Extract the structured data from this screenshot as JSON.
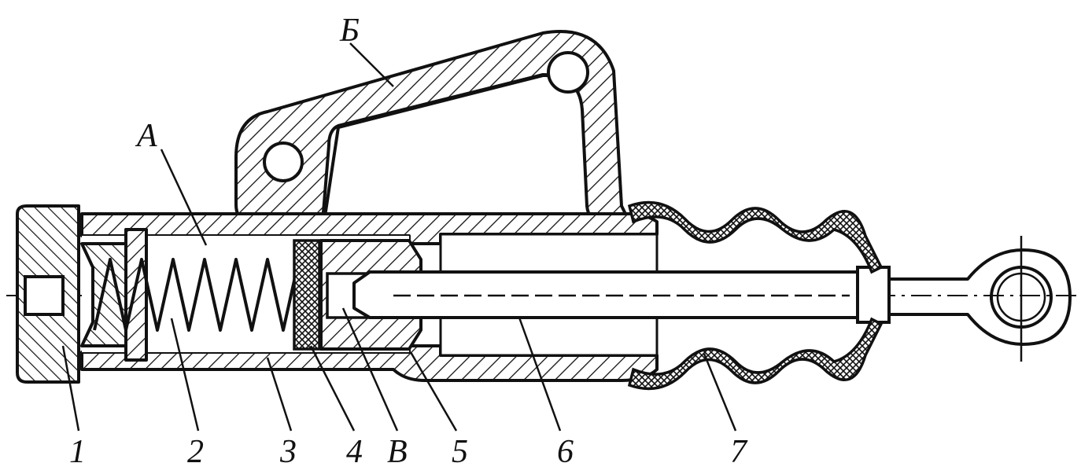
{
  "labels": {
    "cavity_a": "А",
    "cavity_b": "Б",
    "cavity_v": "В",
    "n1": "1",
    "n2": "2",
    "n3": "3",
    "n4": "4",
    "n5": "5",
    "n6": "6",
    "n7": "7"
  }
}
